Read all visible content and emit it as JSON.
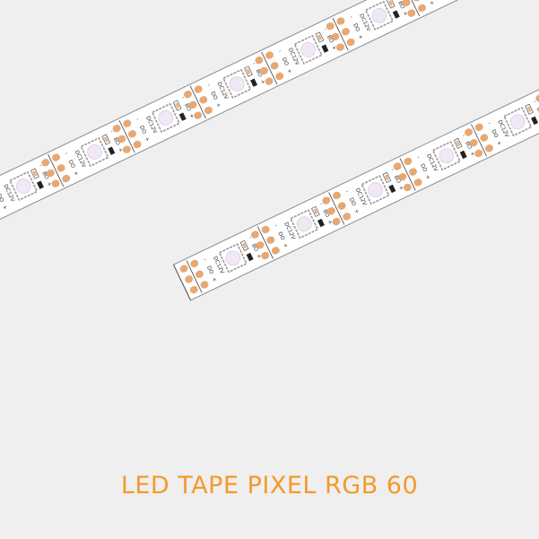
{
  "caption": "LED TAPE PIXEL RGB 60",
  "colors": {
    "background": "#efefef",
    "tape": "#ffffff",
    "tape_edge": "#888888",
    "pad": "#e7a874",
    "chip_border": "#9a9a9a",
    "led_lens": "#f1e8f6",
    "caption": "#f39a2b"
  },
  "tape_labels": {
    "supply": "DC12V",
    "data_out": "BO",
    "data_in": "BI",
    "data": "DO",
    "plus": "+",
    "minus": "-"
  },
  "strips": [
    {
      "id": "upper",
      "segments": 9
    },
    {
      "id": "lower",
      "segments": 8
    }
  ]
}
